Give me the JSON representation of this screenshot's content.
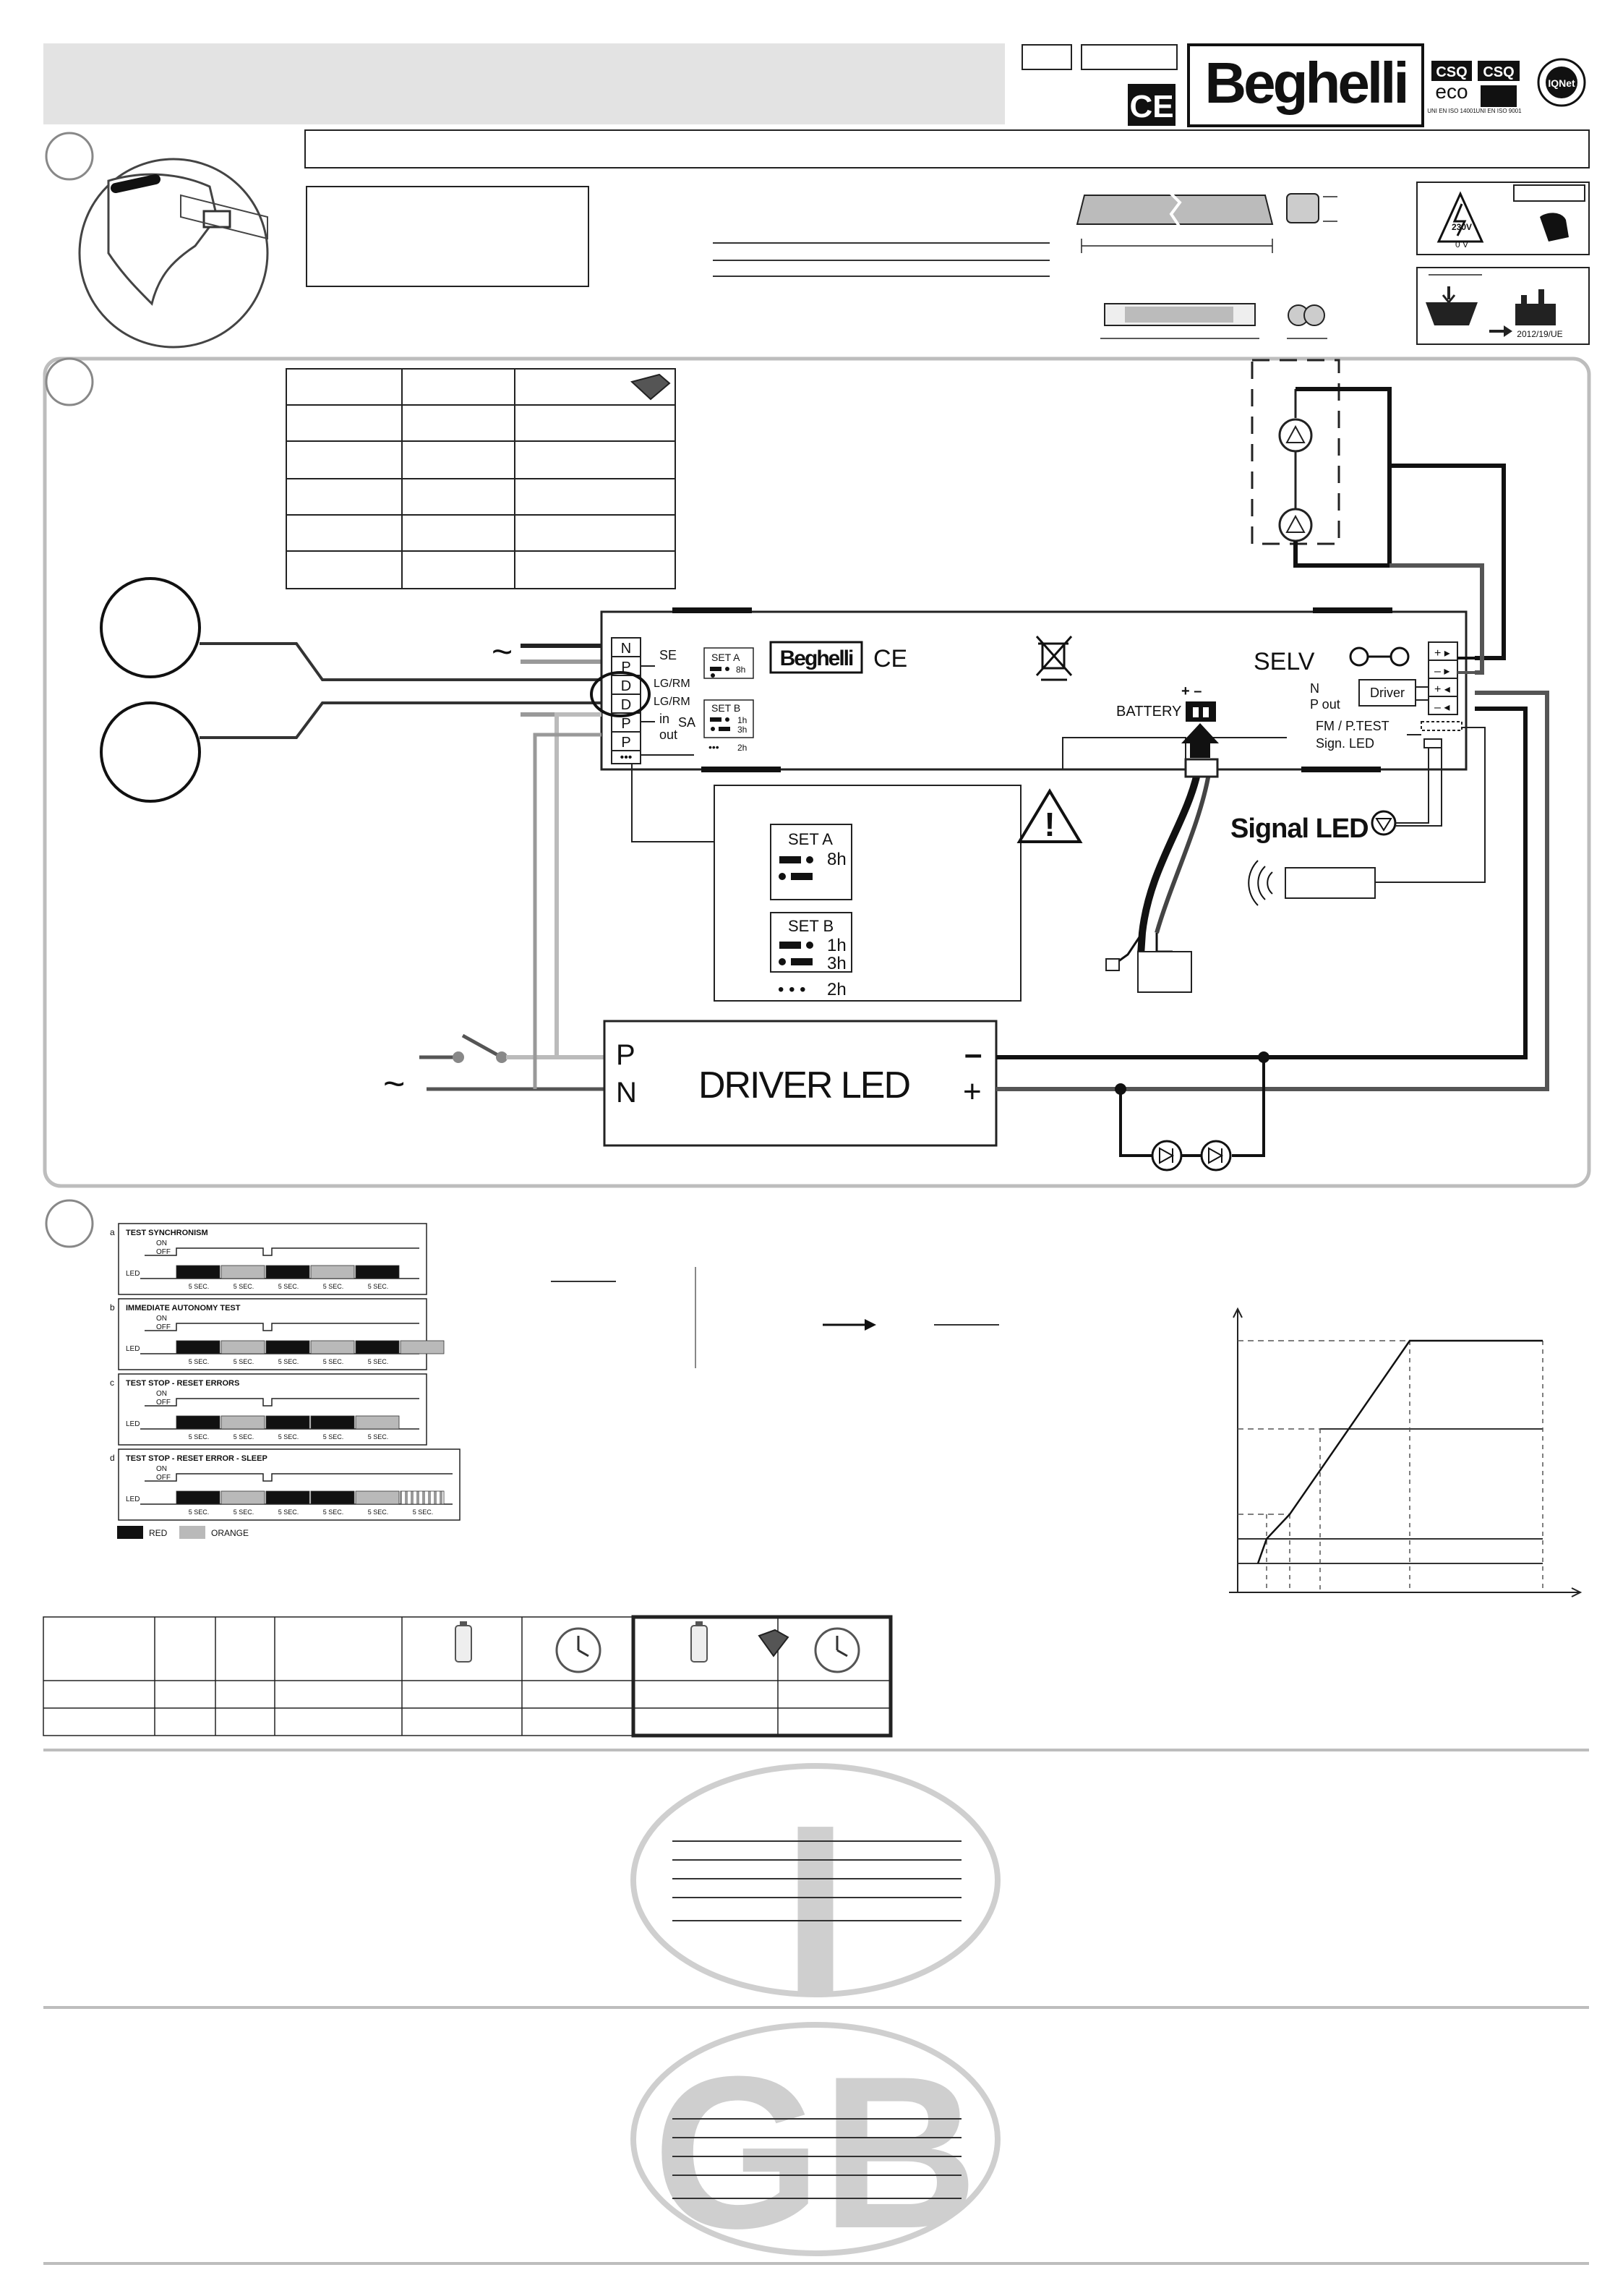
{
  "header": {
    "brand": "Beghelli",
    "ce_mark": "CE",
    "cert_marks": [
      "CSQ",
      "eco",
      "CSQ",
      "IQNet"
    ],
    "cert_small": [
      "UNI EN ISO 14001",
      "UNI EN ISO 9001"
    ]
  },
  "section1": {
    "warning_voltage": "230V",
    "warning_zero": "0 V",
    "weee_directive": "2012/19/UE"
  },
  "wiring": {
    "module_brand": "Beghelli",
    "module_ce": "CE",
    "selv": "SELV",
    "battery_label": "BATTERY",
    "battery_polarity": "+ –",
    "ac_symbol": "~",
    "left_terminals": [
      {
        "pin": "N",
        "label": "SE"
      },
      {
        "pin": "P",
        "label": ""
      },
      {
        "pin": "D",
        "label": "LG/RM"
      },
      {
        "pin": "D",
        "label": "LG/RM"
      },
      {
        "pin": "P",
        "label": "in"
      },
      {
        "pin": "P",
        "label": "out"
      }
    ],
    "sa_label": "SA",
    "set_a_small": {
      "title": "SET A",
      "rows": [
        "8h"
      ]
    },
    "set_b_small": {
      "title": "SET B",
      "rows": [
        "1h",
        "3h"
      ]
    },
    "bottom_dots_small": "2h",
    "right_labels": [
      "N",
      "P out",
      "FM / P.TEST",
      "Sign. LED"
    ],
    "driver_small": "Driver",
    "signal_led": "Signal LED",
    "set_a_big": {
      "title": "SET A",
      "rows": [
        "8h"
      ]
    },
    "set_b_big": {
      "title": "SET B",
      "rows": [
        "1h",
        "3h"
      ]
    },
    "bottom_dots_big": "2h",
    "driver_led": "DRIVER LED",
    "driver_pins": [
      "P",
      "N"
    ],
    "driver_polarity": [
      "–",
      "+"
    ]
  },
  "tests": [
    {
      "letter": "a",
      "title": "TEST SYNCHRONISM",
      "blocks": [
        "red",
        "orange",
        "red",
        "orange",
        "red"
      ]
    },
    {
      "letter": "b",
      "title": "IMMEDIATE AUTONOMY TEST",
      "blocks": [
        "red",
        "orange",
        "red",
        "orange",
        "red",
        "orange"
      ]
    },
    {
      "letter": "c",
      "title": "TEST STOP - RESET ERRORS",
      "blocks": [
        "red",
        "orange",
        "red",
        "red",
        "orange"
      ]
    },
    {
      "letter": "d",
      "title": "TEST STOP - RESET ERROR - SLEEP",
      "blocks": [
        "red",
        "orange",
        "red",
        "red",
        "orange",
        "striped"
      ]
    }
  ],
  "test_labels": {
    "on": "ON",
    "off": "OFF",
    "led": "LED",
    "sec": "5 SEC."
  },
  "legend": {
    "red": "RED",
    "orange": "ORANGE"
  },
  "colors": {
    "red_block": "#111111",
    "orange_block": "#b9b9b9",
    "header_band": "#e3e3e3",
    "frame": "#bdbdbd"
  },
  "section_badges": {
    "italian": "I",
    "english": "GB"
  }
}
